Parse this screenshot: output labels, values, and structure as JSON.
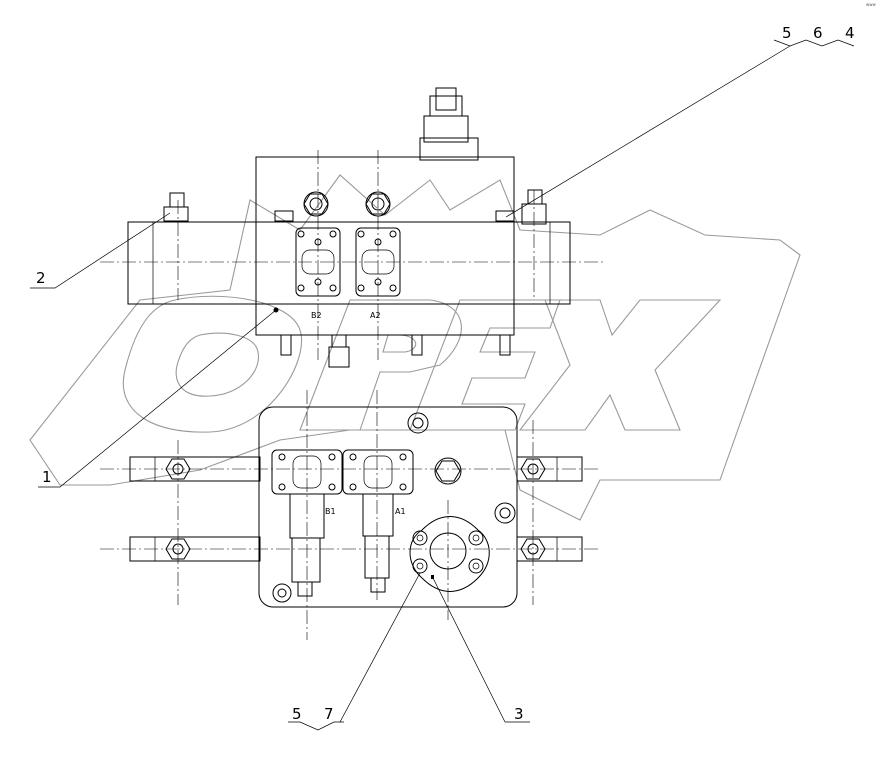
{
  "watermark": {
    "text": "OPEX",
    "stroke_color": "#9a9a9a"
  },
  "corner_mark": "www",
  "callouts": {
    "top_right": [
      "5",
      "6",
      "4"
    ],
    "left_upper": "2",
    "left_lower": "1",
    "bottom_left": [
      "5",
      "7"
    ],
    "bottom_right": "3"
  },
  "port_labels": {
    "upper_left": "B2",
    "upper_right": "A2",
    "lower_left": "B1",
    "lower_right": "A1"
  },
  "colors": {
    "line": "#000000",
    "background": "#ffffff"
  }
}
